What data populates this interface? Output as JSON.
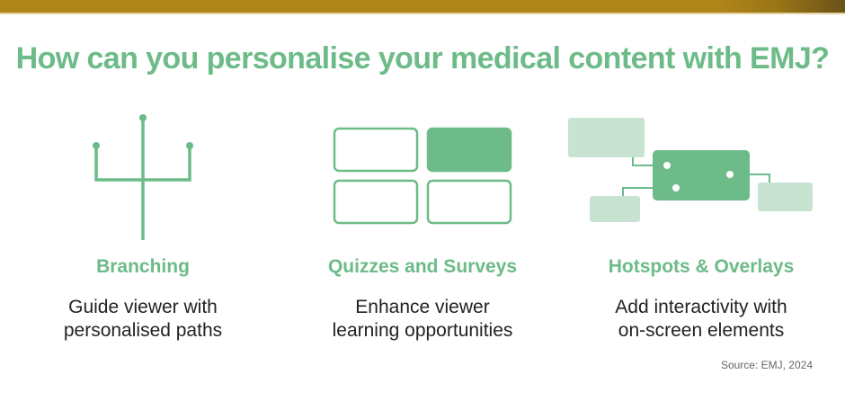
{
  "title": "How can you personalise your medical content with EMJ?",
  "colors": {
    "accent": "#6cbb88",
    "accent_light": "#c8e3d2",
    "bar": "#b0861a"
  },
  "features": [
    {
      "icon": "branching-icon",
      "heading": "Branching",
      "desc_line1": "Guide viewer with",
      "desc_line2": "personalised paths"
    },
    {
      "icon": "quiz-grid-icon",
      "heading": "Quizzes and Surveys",
      "desc_line1": "Enhance viewer",
      "desc_line2": "learning opportunities"
    },
    {
      "icon": "hotspots-icon",
      "heading": "Hotspots & Overlays",
      "desc_line1": "Add interactivity with",
      "desc_line2": "on-screen elements"
    }
  ],
  "source": "Source: EMJ, 2024"
}
